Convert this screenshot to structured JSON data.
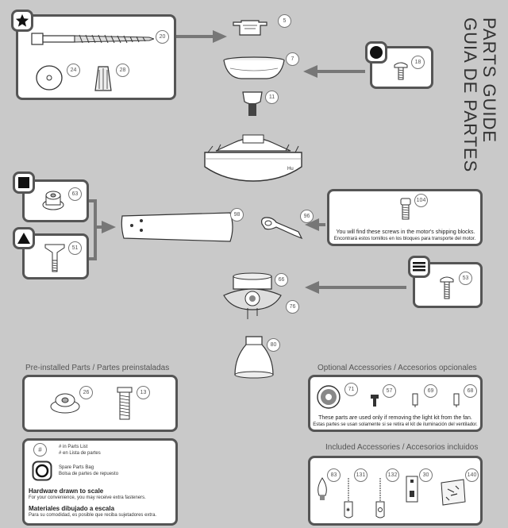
{
  "title": {
    "line1": "PARTS GUIDE",
    "line2": "GUIA DE PARTES"
  },
  "parts": [
    {
      "id": "20",
      "name": "wood screw"
    },
    {
      "id": "24",
      "name": "washer"
    },
    {
      "id": "28",
      "name": "wire nut"
    },
    {
      "id": "5",
      "name": "mounting bracket"
    },
    {
      "id": "7",
      "name": "canopy"
    },
    {
      "id": "11",
      "name": "ball downrod hanger"
    },
    {
      "id": "18",
      "name": "screw"
    },
    {
      "id": "63",
      "name": "grommet"
    },
    {
      "id": "51",
      "name": "blade screw"
    },
    {
      "id": "98",
      "name": "blade"
    },
    {
      "id": "96",
      "name": "blade iron"
    },
    {
      "id": "104",
      "name": "motor screw"
    },
    {
      "id": "53",
      "name": "screw"
    },
    {
      "id": "66",
      "name": "switch housing"
    },
    {
      "id": "76",
      "name": "light kit"
    },
    {
      "id": "80",
      "name": "glass shade"
    },
    {
      "id": "26",
      "name": "grommet"
    },
    {
      "id": "13",
      "name": "bolt"
    },
    {
      "id": "71",
      "name": "switch housing cap"
    },
    {
      "id": "57",
      "name": "screw"
    },
    {
      "id": "69",
      "name": "pull chain"
    },
    {
      "id": "68",
      "name": "pull chain"
    },
    {
      "id": "83",
      "name": "bulb"
    },
    {
      "id": "131",
      "name": "fan pull chain"
    },
    {
      "id": "132",
      "name": "light pull chain"
    },
    {
      "id": "30",
      "name": "balancing kit"
    },
    {
      "id": "140",
      "name": "hardware bag"
    }
  ],
  "notes": {
    "motor_en": "You will find these screws in the motor's shipping blocks.",
    "motor_es": "Encontrará estos tornillos en los bloques para transporte del motor.",
    "optional_en": "These parts are used only if removing the light kit from the fan.",
    "optional_es": "Estas partes se usan solamente si se retira el kit de iluminación del ventilador."
  },
  "sections": {
    "preinstalled": "Pre-installed Parts / Partes preinstaladas",
    "optional": "Optional Accessories / Accesorios opcionales",
    "included": "Included Accessories / Accesorios incluidos"
  },
  "legend": {
    "hash_symbol": "#",
    "in_list_en": "# in Parts List",
    "in_list_es": "# en Lista de partes",
    "spare_en": "Spare Parts Bag",
    "spare_es": "Bolsa de partes de repuesto",
    "scale_en_title": "Hardware drawn to scale",
    "scale_en_text": "For your convenience, you may receive extra fasteners.",
    "scale_es_title": "Materiales dibujado a escala",
    "scale_es_text": "Para su comodidad, es posible que reciba sujetadores extra."
  },
  "bag_icons": [
    "star-icon",
    "circle-icon",
    "square-icon",
    "triangle-icon",
    "lines-icon"
  ]
}
